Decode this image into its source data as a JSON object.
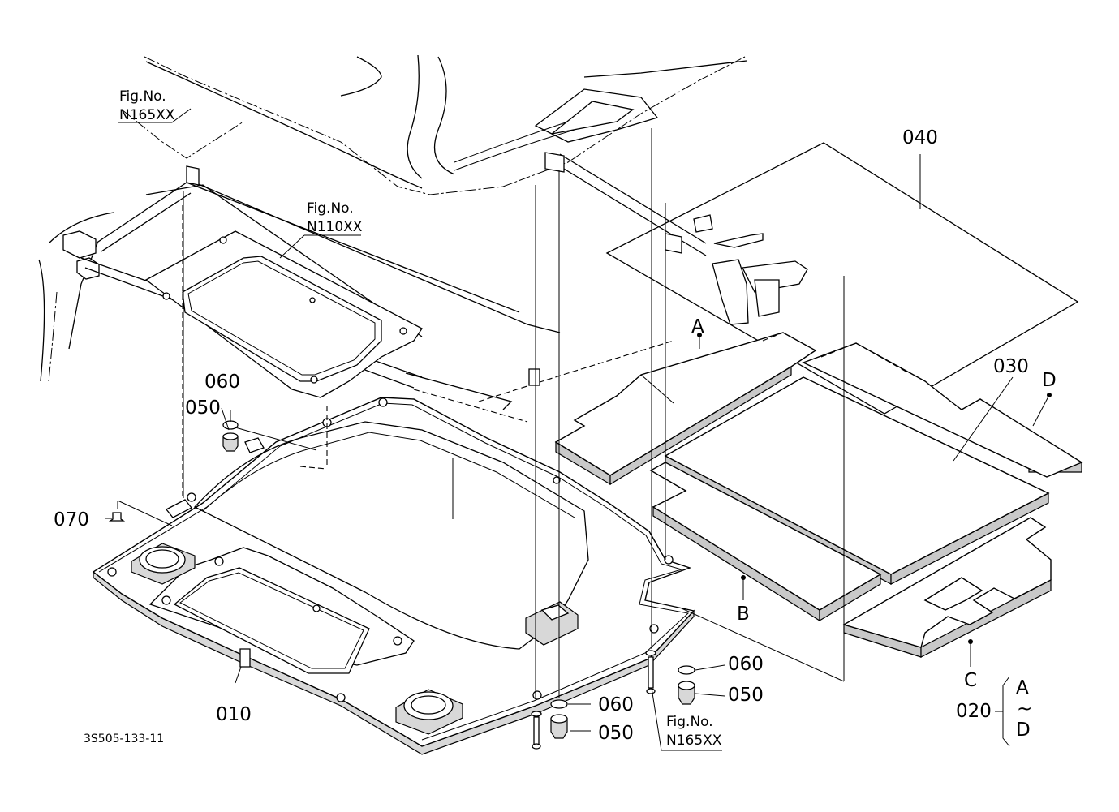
{
  "diagram": {
    "drawing_code": "3S505-133-11",
    "fig_references": [
      {
        "label": "Fig.No.",
        "number": "N165XX"
      },
      {
        "label": "Fig.No.",
        "number": "N110XX"
      },
      {
        "label": "Fig.No.",
        "number": "N165XX"
      }
    ],
    "parts": {
      "p010": "010",
      "p020": "020",
      "p030": "030",
      "p040": "040",
      "p050_a": "050",
      "p050_b": "050",
      "p050_c": "050",
      "p060_a": "060",
      "p060_b": "060",
      "p060_c": "060",
      "p070": "070"
    },
    "sub_parts": {
      "a": "A",
      "b": "B",
      "c": "C",
      "d": "D"
    },
    "range_bracket": {
      "from": "A",
      "tilde": "~",
      "to": "D"
    }
  }
}
